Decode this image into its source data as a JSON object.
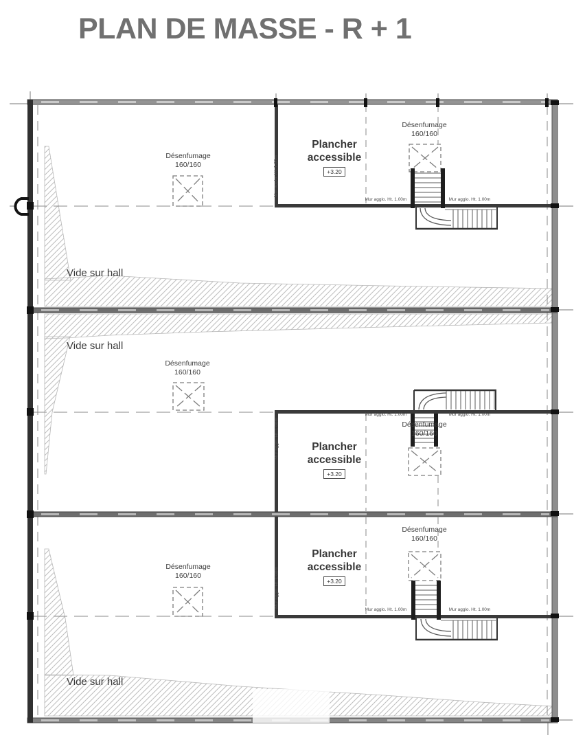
{
  "title": "PLAN DE MASSE - R + 1",
  "labels": {
    "vide_sur_hall": "Vide sur hall",
    "desenfumage_line1": "Désenfumage",
    "desenfumage_line2": "160/160",
    "plancher_line1": "Plancher",
    "plancher_line2": "accessible",
    "level": "+3.20",
    "mur_agglo": "Mur agglo. Ht. 1.00m"
  },
  "colors": {
    "title_text": "#707070",
    "label_text": "#3d3d3d",
    "wall_dark": "#303030",
    "wall_gray": "#8e8e8e",
    "stair_bar": "#1e1e1e",
    "hatch_stroke": "#bdbdbd"
  }
}
